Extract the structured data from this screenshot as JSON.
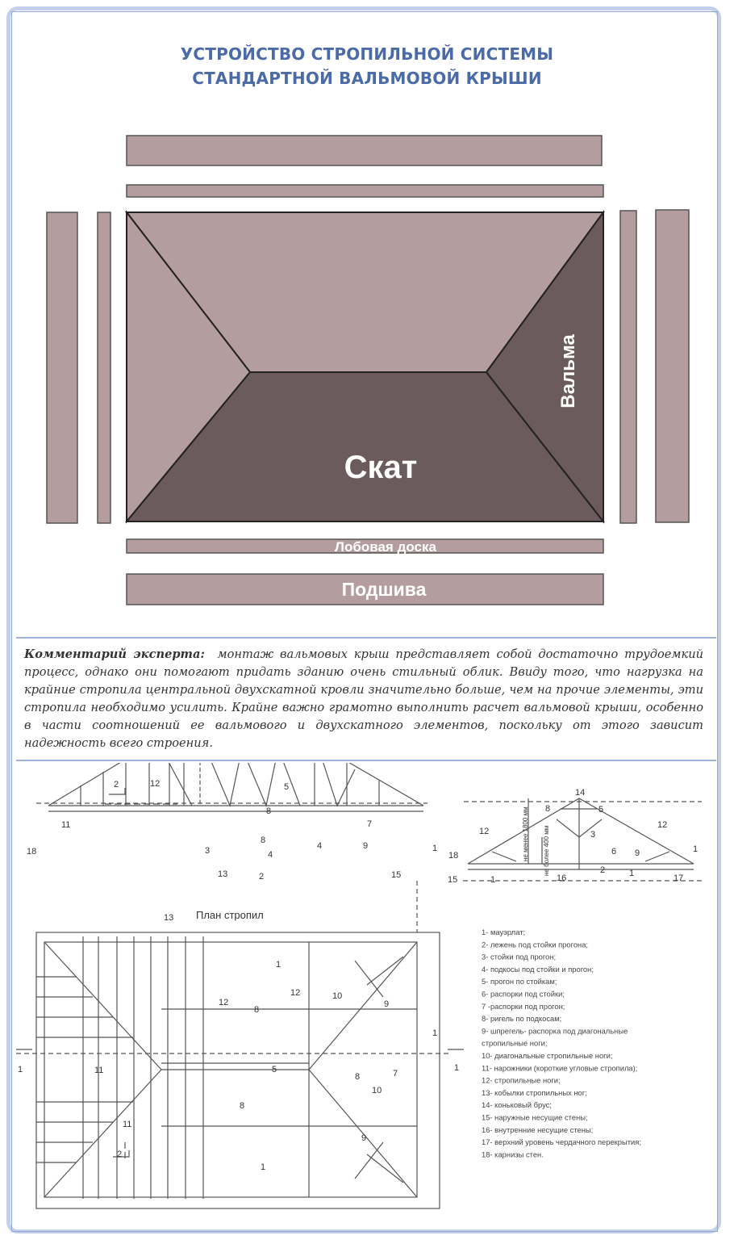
{
  "title": {
    "line1": "УСТРОЙСТВО СТРОПИЛЬНОЙ СИСТЕМЫ",
    "line2": "СТАНДАРТНОЙ ВАЛЬМОВОЙ КРЫШИ"
  },
  "roof": {
    "slope_label": "Скат",
    "hip_label": "Вальма",
    "fascia_label": "Лобовая доска",
    "soffit_label": "Подшива"
  },
  "comment": {
    "lead": "Комментарий эксперта:",
    "text": "монтаж вальмовых крыш представляет собой достаточно трудоемкий процесс, однако они помогают придать зданию очень стильный облик. Ввиду того, что нагрузка на крайние стропила центральной двухскатной кровли значительно больше, чем на прочие элементы, эти стропила необходимо усилить. Крайне важно грамотно выполнить расчет вальмовой крыши, особенно в части соотношений ее вальмового и двухскатного элементов, поскольку от этого зависит надежность всего строения."
  },
  "drawing": {
    "plan_title": "План стропил",
    "dim_1800": "не менее 1800 мм",
    "dim_400": "не более 400 мм",
    "legend": [
      "1- мауэрлат;",
      "2- лежень под стойки прогона;",
      "3- стойки под прогон;",
      "4- подкосы под стойки и прогон;",
      "5- прогон по стойкам;",
      "6- распорки под стойки;",
      "7 -распорки под прогон;",
      "8- ригель по подкосам;",
      "9- шпрегель- распорка под диагональные",
      "стропильные ноги;",
      "10- диагональные стропильные ноги;",
      "11- нарожники (короткие угловые стропила);",
      "12- стропильные ноги;",
      "13- кобылки стропильных ног;",
      "14- коньковый брус;",
      "15- наружные несущие стены;",
      "16- внутренние несущие стены;",
      "17- верхний уровень чердачного перекрытия;",
      "18- карнизы стен."
    ],
    "marks": [
      "1",
      "2",
      "3",
      "4",
      "5",
      "6",
      "7",
      "8",
      "9",
      "10",
      "11",
      "12",
      "13",
      "14",
      "15",
      "16",
      "17",
      "18"
    ]
  },
  "colors": {
    "board": "#b49d9e",
    "hip_dark": "#6b5b5c",
    "title_blue": "#4b6aa8",
    "frame_blue": "#9fb3dc"
  }
}
